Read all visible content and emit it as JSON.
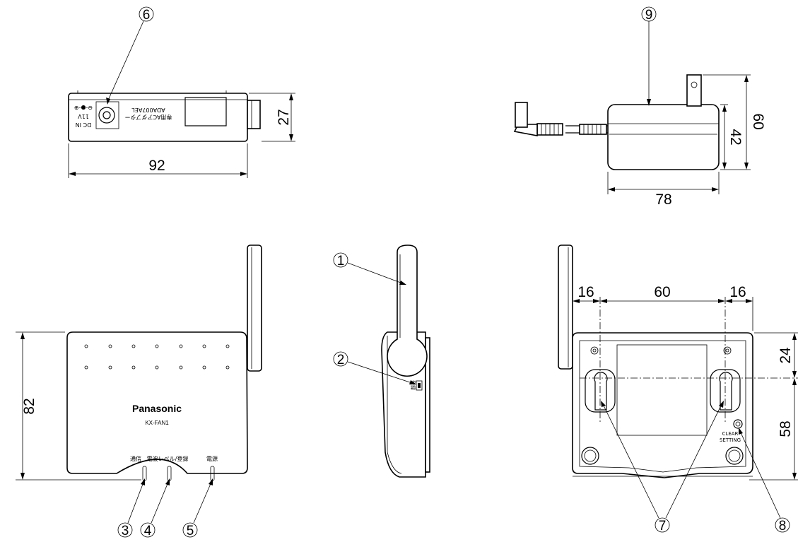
{
  "callouts": {
    "c1": "1",
    "c2": "2",
    "c3": "3",
    "c4": "4",
    "c5": "5",
    "c6": "6",
    "c7": "7",
    "c8": "8",
    "c9": "9"
  },
  "dimensions": {
    "top_width": "92",
    "top_height": "27",
    "adapter_width": "78",
    "adapter_body_height": "42",
    "adapter_total_height": "60",
    "front_height": "82",
    "back_hole_left": "16",
    "back_hole_spacing": "60",
    "back_hole_right": "16",
    "back_top_offset": "24",
    "back_hole_depth": "58"
  },
  "labels": {
    "dc_in": "DC IN",
    "voltage": "11V",
    "adapter_name": "専用ACアダプター",
    "adapter_model": "ADA007AEL",
    "brand": "Panasonic",
    "model": "KX-FAN1",
    "led_comm": "通信",
    "led_level": "電波レベル/登録",
    "led_power": "電源",
    "side_register": "登録",
    "clear": "CLEAR",
    "setting": "SETTING"
  }
}
